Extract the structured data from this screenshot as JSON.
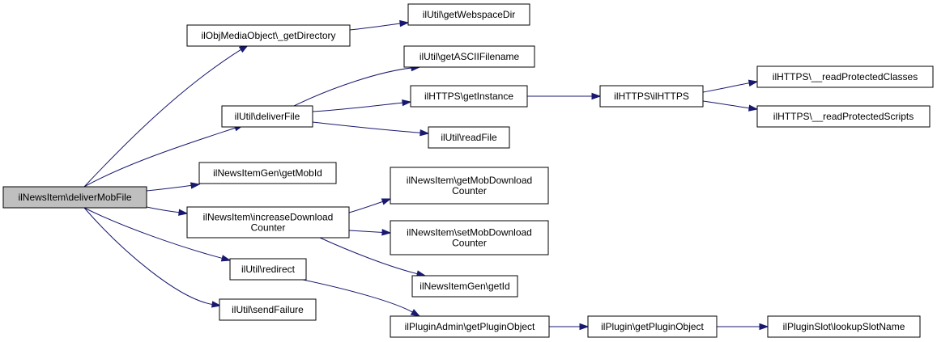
{
  "colors": {
    "edge": "#191970",
    "root_fill": "#bfbfbf",
    "node_fill": "#ffffff",
    "node_border": "#000000"
  },
  "nodes": {
    "root": {
      "lines": [
        "ilNewsItem\\deliverMobFile"
      ]
    },
    "getdir": {
      "lines": [
        "ilObjMediaObject\\_getDirectory"
      ]
    },
    "webspace": {
      "lines": [
        "ilUtil\\getWebspaceDir"
      ]
    },
    "ascii": {
      "lines": [
        "ilUtil\\getASCIIFilename"
      ]
    },
    "deliver": {
      "lines": [
        "ilUtil\\deliverFile"
      ]
    },
    "getinst": {
      "lines": [
        "ilHTTPS\\getInstance"
      ]
    },
    "https": {
      "lines": [
        "ilHTTPS\\ilHTTPS"
      ]
    },
    "classes": {
      "lines": [
        "ilHTTPS\\__readProtectedClasses"
      ]
    },
    "scripts": {
      "lines": [
        "ilHTTPS\\__readProtectedScripts"
      ]
    },
    "readfile": {
      "lines": [
        "ilUtil\\readFile"
      ]
    },
    "getmobid": {
      "lines": [
        "ilNewsItemGen\\getMobId"
      ]
    },
    "getdl": {
      "lines": [
        "ilNewsItem\\getMobDownload",
        "Counter"
      ]
    },
    "incdl": {
      "lines": [
        "ilNewsItem\\increaseDownload",
        "Counter"
      ]
    },
    "setdl": {
      "lines": [
        "ilNewsItem\\setMobDownload",
        "Counter"
      ]
    },
    "getid": {
      "lines": [
        "ilNewsItemGen\\getId"
      ]
    },
    "redirect": {
      "lines": [
        "ilUtil\\redirect"
      ]
    },
    "sendfail": {
      "lines": [
        "ilUtil\\sendFailure"
      ]
    },
    "padmin": {
      "lines": [
        "ilPluginAdmin\\getPluginObject"
      ]
    },
    "plugin": {
      "lines": [
        "ilPlugin\\getPluginObject"
      ]
    },
    "slot": {
      "lines": [
        "ilPluginSlot\\lookupSlotName"
      ]
    }
  },
  "edges": [
    [
      "root",
      "getdir"
    ],
    [
      "root",
      "deliver"
    ],
    [
      "root",
      "getmobid"
    ],
    [
      "root",
      "incdl"
    ],
    [
      "root",
      "redirect"
    ],
    [
      "root",
      "sendfail"
    ],
    [
      "getdir",
      "webspace"
    ],
    [
      "deliver",
      "ascii"
    ],
    [
      "deliver",
      "getinst"
    ],
    [
      "deliver",
      "readfile"
    ],
    [
      "getinst",
      "https"
    ],
    [
      "https",
      "classes"
    ],
    [
      "https",
      "scripts"
    ],
    [
      "incdl",
      "getdl"
    ],
    [
      "incdl",
      "setdl"
    ],
    [
      "incdl",
      "getid"
    ],
    [
      "redirect",
      "padmin"
    ],
    [
      "padmin",
      "plugin"
    ],
    [
      "plugin",
      "slot"
    ]
  ]
}
